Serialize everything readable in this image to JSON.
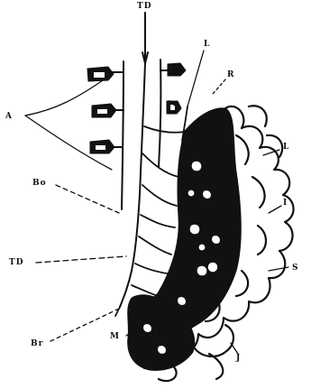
{
  "labels": {
    "td_top": "TD",
    "a": "A",
    "l_upper": "L",
    "r": "R",
    "l_right": "L",
    "i": "I",
    "bo": "Bo",
    "s": "S",
    "td_left": "TD",
    "m": "M",
    "br": "Br",
    "j": "J"
  },
  "colors": {
    "ink": "#111111",
    "paper": "#ffffff"
  }
}
